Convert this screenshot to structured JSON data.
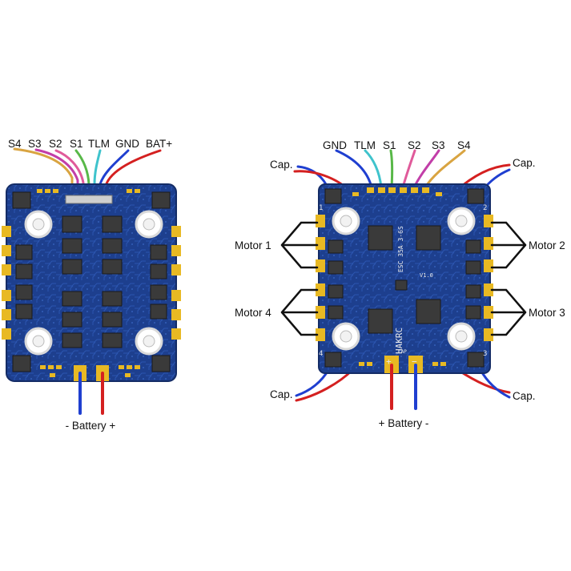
{
  "colors": {
    "board_blue": "#1d3f8e",
    "pad_gold": "#e8b923",
    "wire_red": "#d42020",
    "wire_blue": "#1f3fd0",
    "wire_s4": "#d9a441",
    "wire_s3": "#c23ea8",
    "wire_s2": "#e05a9a",
    "wire_s1": "#58b848",
    "wire_tlm": "#3fc3cc",
    "wire_gnd": "#1f3fd0",
    "wire_bat": "#d42020"
  },
  "left_board": {
    "signal_labels": [
      "S4",
      "S3",
      "S2",
      "S1",
      "TLM",
      "GND",
      "BAT+"
    ],
    "battery_label": "- Battery +"
  },
  "right_board": {
    "signal_labels": [
      "GND",
      "TLM",
      "S1",
      "S2",
      "S3",
      "S4"
    ],
    "cap_top_left": "Cap.",
    "cap_top_right": "Cap.",
    "cap_bottom_left": "Cap.",
    "cap_bottom_right": "Cap.",
    "motor_1": "Motor 1",
    "motor_2": "Motor 2",
    "motor_3": "Motor 3",
    "motor_4": "Motor 4",
    "battery_label": "+ Battery -",
    "silkscreen": {
      "brand": "HAKRC",
      "model": "ESC 35A 3-6S",
      "version": "V1.0",
      "cap": "CAP",
      "corner_1": "1",
      "corner_2": "2",
      "corner_3": "3",
      "corner_4": "4"
    }
  }
}
